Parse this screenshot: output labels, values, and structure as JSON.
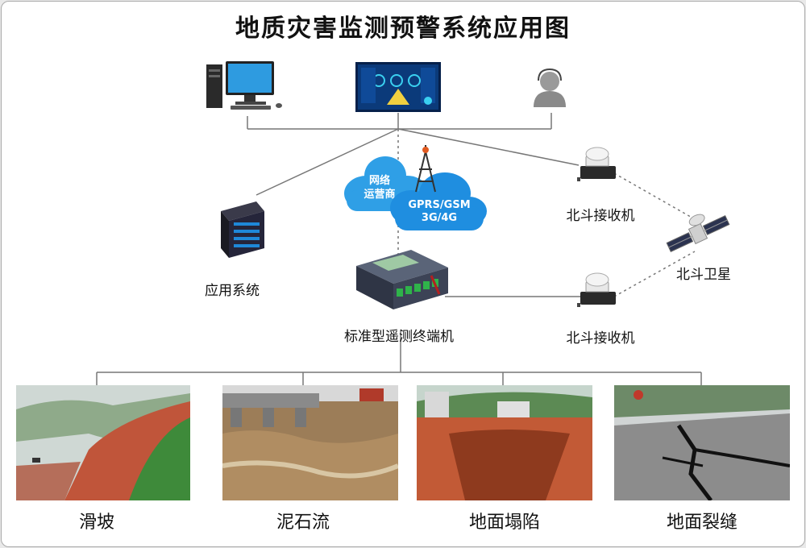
{
  "title": "地质灾害监测预警系统应用图",
  "nodes": {
    "app_system": "应用系统",
    "terminal": "标准型遥测终端机",
    "receiver_top": "北斗接收机",
    "receiver_bottom": "北斗接收机",
    "satellite": "北斗卫星",
    "cloud_network_line1": "网络",
    "cloud_network_line2": "运营商",
    "cloud_gprs_line1": "GPRS/GSM",
    "cloud_gprs_line2": "3G/4G"
  },
  "hazards": [
    {
      "label": "滑坡"
    },
    {
      "label": "泥石流"
    },
    {
      "label": "地面塌陷"
    },
    {
      "label": "地面裂缝"
    }
  ]
}
